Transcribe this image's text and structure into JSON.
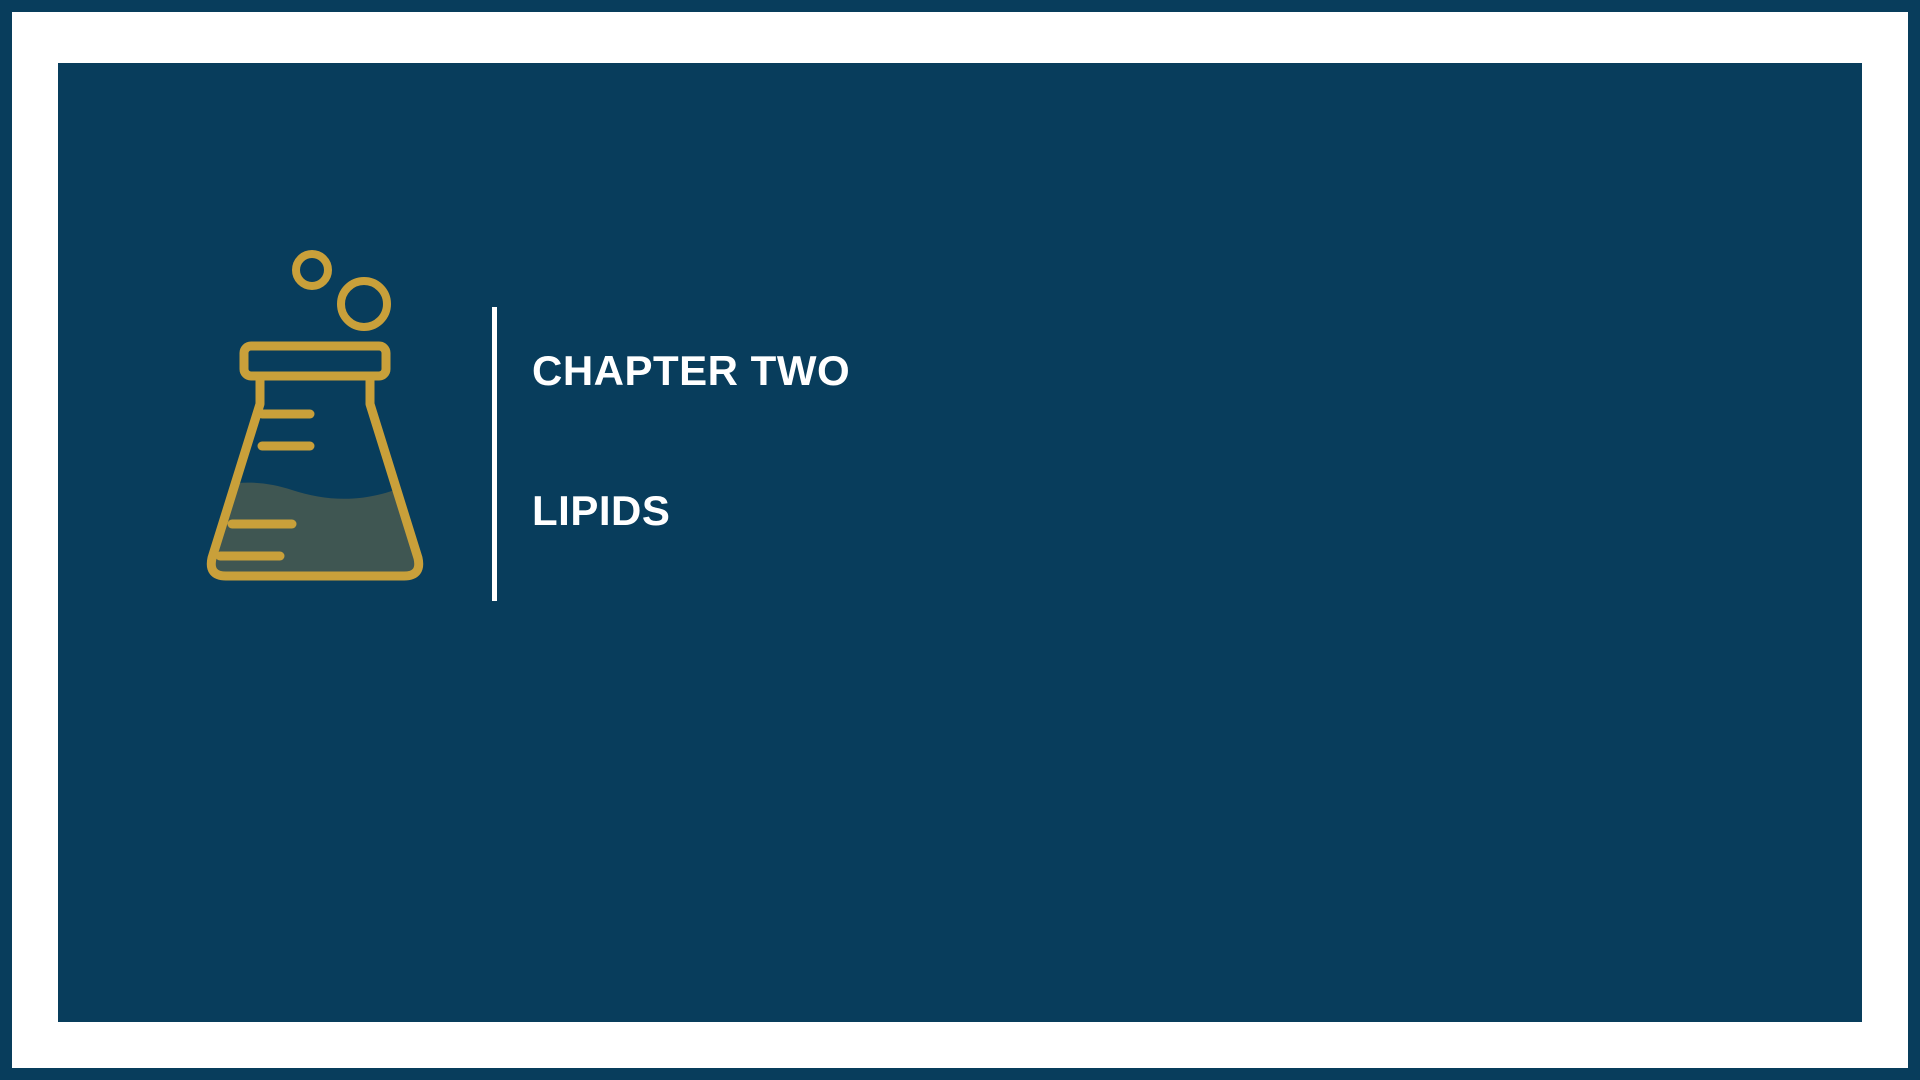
{
  "slide": {
    "chapter_label": "CHAPTER TWO",
    "chapter_title": "LIPIDS"
  },
  "illustration": {
    "name": "erlenmeyer-flask-icon",
    "parts": {
      "rim": "flask-rim",
      "neck": "flask-neck",
      "body": "flask-body",
      "liquid": "flask-liquid",
      "graduation_upper": "graduation-mark-upper",
      "graduation_lower": "graduation-mark-lower",
      "base_mark_upper": "base-mark-upper",
      "base_mark_lower": "base-mark-lower",
      "bubble_small": "bubble-small",
      "bubble_large": "bubble-large"
    }
  },
  "colors": {
    "frame_navy": "#083d5c",
    "panel_navy": "#083d5c",
    "page_white": "#ffffff",
    "accent_gold": "#c9a03a",
    "liquid_green": "#3f5652",
    "text_white": "#ffffff"
  }
}
